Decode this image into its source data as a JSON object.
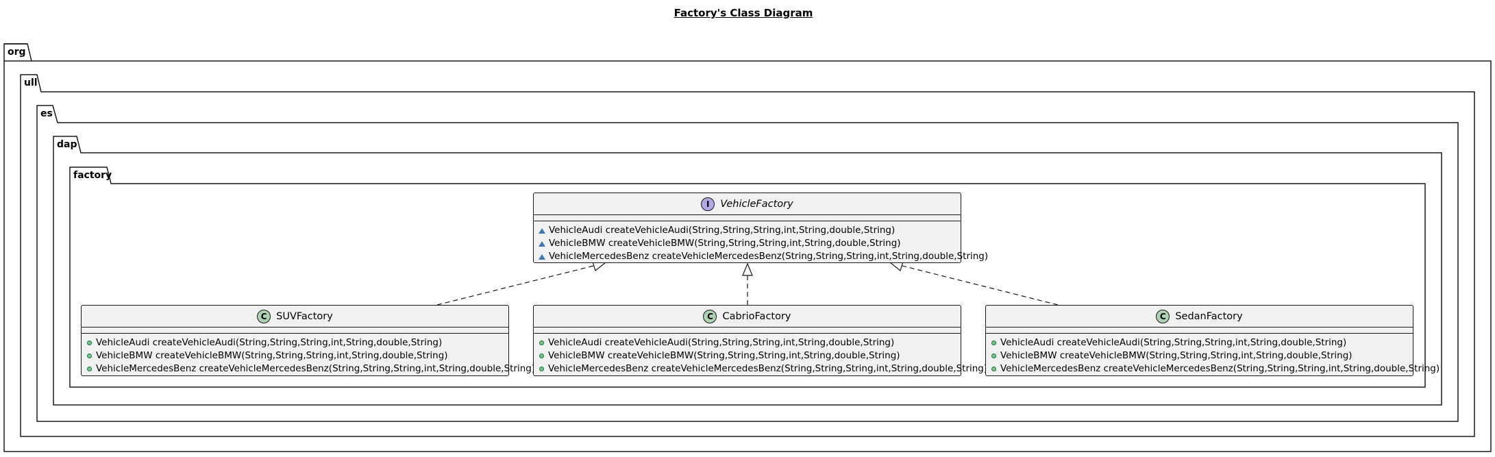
{
  "diagram_title": "Factory's Class Diagram",
  "packages": [
    "org",
    "ull",
    "es",
    "dap",
    "factory"
  ],
  "interface": {
    "name": "VehicleFactory",
    "stereotype_letter": "I",
    "visibility": "package",
    "methods": [
      "VehicleAudi createVehicleAudi(String,String,String,int,String,double,String)",
      "VehicleBMW createVehicleBMW(String,String,String,int,String,double,String)",
      "VehicleMercedesBenz createVehicleMercedesBenz(String,String,String,int,String,double,String)"
    ]
  },
  "classes": [
    {
      "name": "SUVFactory",
      "stereotype_letter": "C",
      "visibility": "public",
      "methods": [
        "VehicleAudi createVehicleAudi(String,String,String,int,String,double,String)",
        "VehicleBMW createVehicleBMW(String,String,String,int,String,double,String)",
        "VehicleMercedesBenz createVehicleMercedesBenz(String,String,String,int,String,double,String)"
      ]
    },
    {
      "name": "CabrioFactory",
      "stereotype_letter": "C",
      "visibility": "public",
      "methods": [
        "VehicleAudi createVehicleAudi(String,String,String,int,String,double,String)",
        "VehicleBMW createVehicleBMW(String,String,String,int,String,double,String)",
        "VehicleMercedesBenz createVehicleMercedesBenz(String,String,String,int,String,double,String)"
      ]
    },
    {
      "name": "SedanFactory",
      "stereotype_letter": "C",
      "visibility": "public",
      "methods": [
        "VehicleAudi createVehicleAudi(String,String,String,int,String,double,String)",
        "VehicleBMW createVehicleBMW(String,String,String,int,String,double,String)",
        "VehicleMercedesBenz createVehicleMercedesBenz(String,String,String,int,String,double,String)"
      ]
    }
  ],
  "relations": [
    {
      "from": "SUVFactory",
      "to": "VehicleFactory",
      "type": "realization"
    },
    {
      "from": "CabrioFactory",
      "to": "VehicleFactory",
      "type": "realization"
    },
    {
      "from": "SedanFactory",
      "to": "VehicleFactory",
      "type": "realization"
    }
  ],
  "colors": {
    "class_fill": "#f1f1f1",
    "border": "#181818",
    "class_stereotype": "#add1b2",
    "interface_stereotype": "#b4a7e5",
    "public_marker": "#84be84",
    "package_marker": "#4177af"
  }
}
